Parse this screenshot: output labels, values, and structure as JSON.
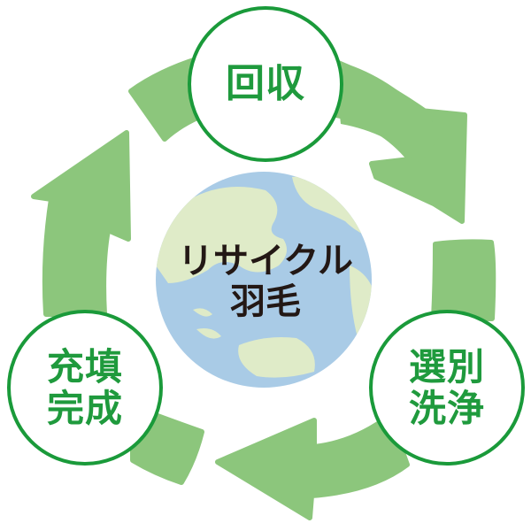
{
  "diagram": {
    "type": "cycle",
    "title": "リサイクル羽毛",
    "center": {
      "label_line1": "リサイクル",
      "label_line2": "羽毛",
      "icon": "globe-icon"
    },
    "steps": [
      {
        "id": "collect",
        "line1": "回収",
        "line2": ""
      },
      {
        "id": "sort-wash",
        "line1": "選別",
        "line2": "洗浄"
      },
      {
        "id": "fill-complete",
        "line1": "充填",
        "line2": "完成"
      }
    ],
    "flow": [
      "回収",
      "選別洗浄",
      "充填完成",
      "回収"
    ],
    "direction": "clockwise"
  },
  "colors": {
    "arrow": "#8cc67c",
    "circle_stroke": "#1a9a3a",
    "step_text": "#1f9a3d",
    "center_text": "#231815",
    "ocean": "#a9cbe6",
    "land": "#dfebc8"
  }
}
